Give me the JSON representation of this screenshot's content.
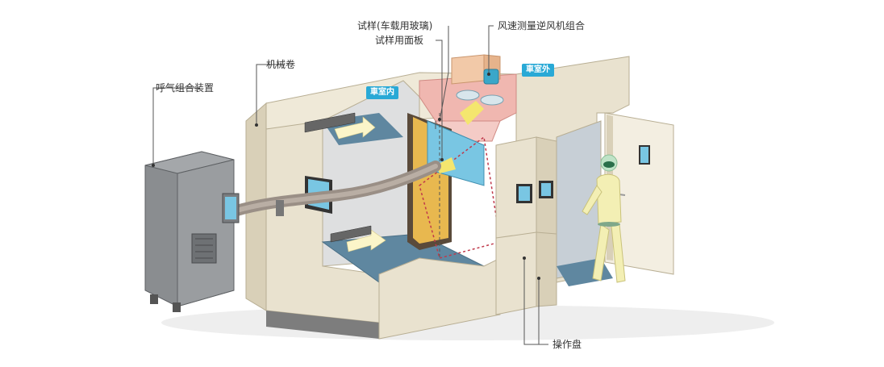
{
  "labels": {
    "breathing_unit": "呼气组合装置",
    "machine_room": "机械卷",
    "sample_glass": "试样(车载用玻璃)",
    "sample_panel": "试样用面板",
    "wind_fan": "风速测量逆风机组合",
    "operation_panel": "操作盘"
  },
  "badges": {
    "inside_room": "車室内",
    "outside_room": "車室外"
  },
  "colors": {
    "cabinet": "#e9e2cf",
    "cabinet_dark": "#cfc6ad",
    "interior_floor": "#5f87a0",
    "duct_pink": "#f0b7b0",
    "badge_blue": "#29a9d6",
    "unit_gray": "#8a8d90",
    "hose": "#9a8f86",
    "glass": "#79c6e3"
  },
  "icons": [
    "breathing-unit-icon",
    "hose-icon",
    "fan-icon",
    "operator-figure-icon",
    "door-icon"
  ]
}
